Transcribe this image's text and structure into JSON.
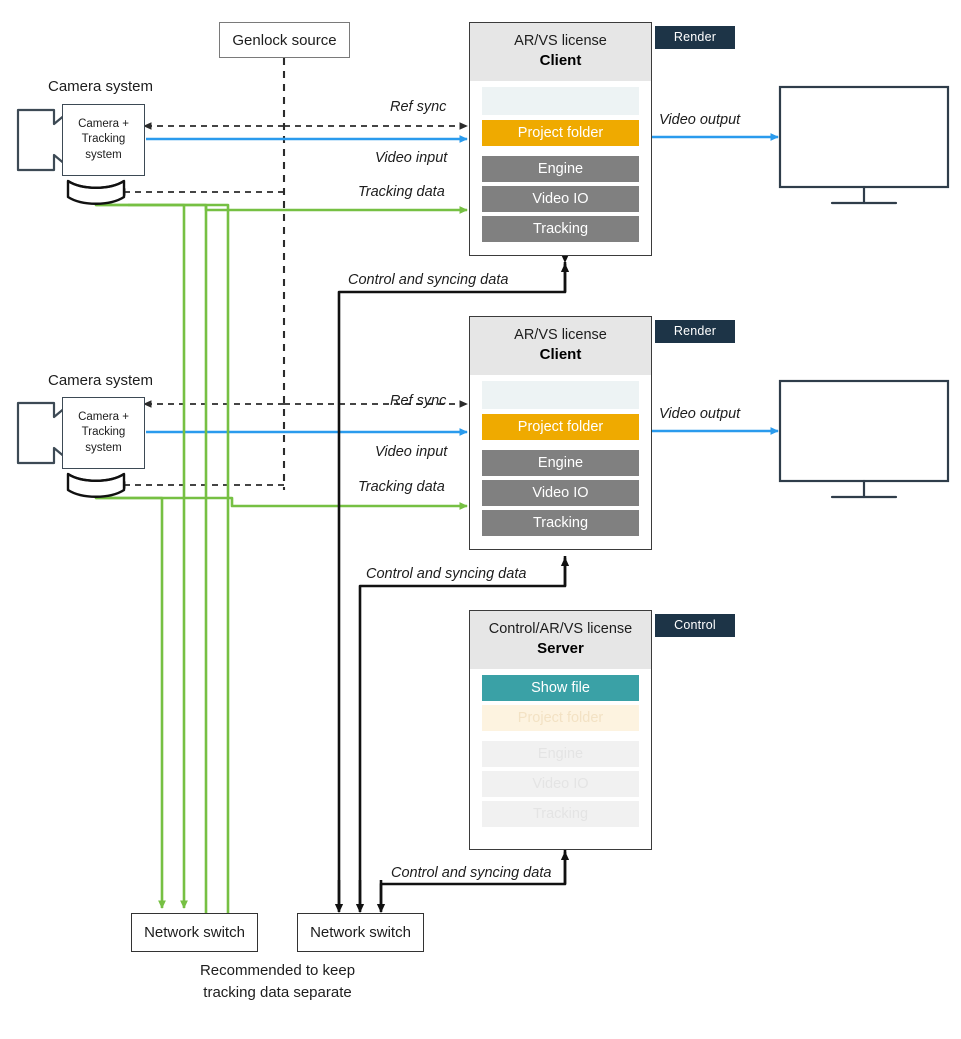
{
  "diagram": {
    "title": "AR/VS multi-client system connection diagram",
    "colors": {
      "accent_orange": "#efaa00",
      "accent_teal": "#3aa1a6",
      "module_gray": "#808080",
      "badge_navy": "#1d3447",
      "video_blue": "#2a9bed",
      "tracking_green": "#76c043",
      "ref_sync_dash": "#3b3b3b",
      "header_gray": "#e6e6e6",
      "blank_strip": "#edf3f4"
    },
    "genlock": {
      "label": "Genlock source"
    },
    "camera_systems": [
      {
        "caption": "Camera system",
        "body_lines": [
          "Camera +",
          "Tracking",
          "system"
        ]
      },
      {
        "caption": "Camera system",
        "body_lines": [
          "Camera +",
          "Tracking",
          "system"
        ]
      }
    ],
    "machines": [
      {
        "license": "AR/VS license",
        "role": "Client",
        "badge": "Render",
        "modules": [
          {
            "label": "",
            "style": "blank"
          },
          {
            "label": "Project folder",
            "style": "orange"
          },
          {
            "label": "Engine",
            "style": "gray"
          },
          {
            "label": "Video IO",
            "style": "gray"
          },
          {
            "label": "Tracking",
            "style": "gray"
          }
        ]
      },
      {
        "license": "AR/VS license",
        "role": "Client",
        "badge": "Render",
        "modules": [
          {
            "label": "",
            "style": "blank"
          },
          {
            "label": "Project folder",
            "style": "orange"
          },
          {
            "label": "Engine",
            "style": "gray"
          },
          {
            "label": "Video IO",
            "style": "gray"
          },
          {
            "label": "Tracking",
            "style": "gray"
          }
        ]
      },
      {
        "license": "Control/AR/VS license",
        "role": "Server",
        "badge": "Control",
        "modules": [
          {
            "label": "Show file",
            "style": "teal"
          },
          {
            "label": "Project folder",
            "style": "ghost-orange"
          },
          {
            "label": "Engine",
            "style": "ghost-gray"
          },
          {
            "label": "Video IO",
            "style": "ghost-gray"
          },
          {
            "label": "Tracking",
            "style": "ghost-gray"
          }
        ]
      }
    ],
    "wire_labels": {
      "ref_sync": "Ref sync",
      "video_input": "Video input",
      "tracking_data": "Tracking data",
      "video_output": "Video output",
      "control_sync": "Control and syncing data"
    },
    "switches": [
      {
        "label": "Network switch"
      },
      {
        "label": "Network switch"
      }
    ],
    "note": "Recommended to keep\ntracking data separate",
    "note_lines": [
      "Recommended to keep",
      "tracking data separate"
    ],
    "displays": [
      {
        "name": "monitor"
      },
      {
        "name": "monitor"
      }
    ]
  }
}
